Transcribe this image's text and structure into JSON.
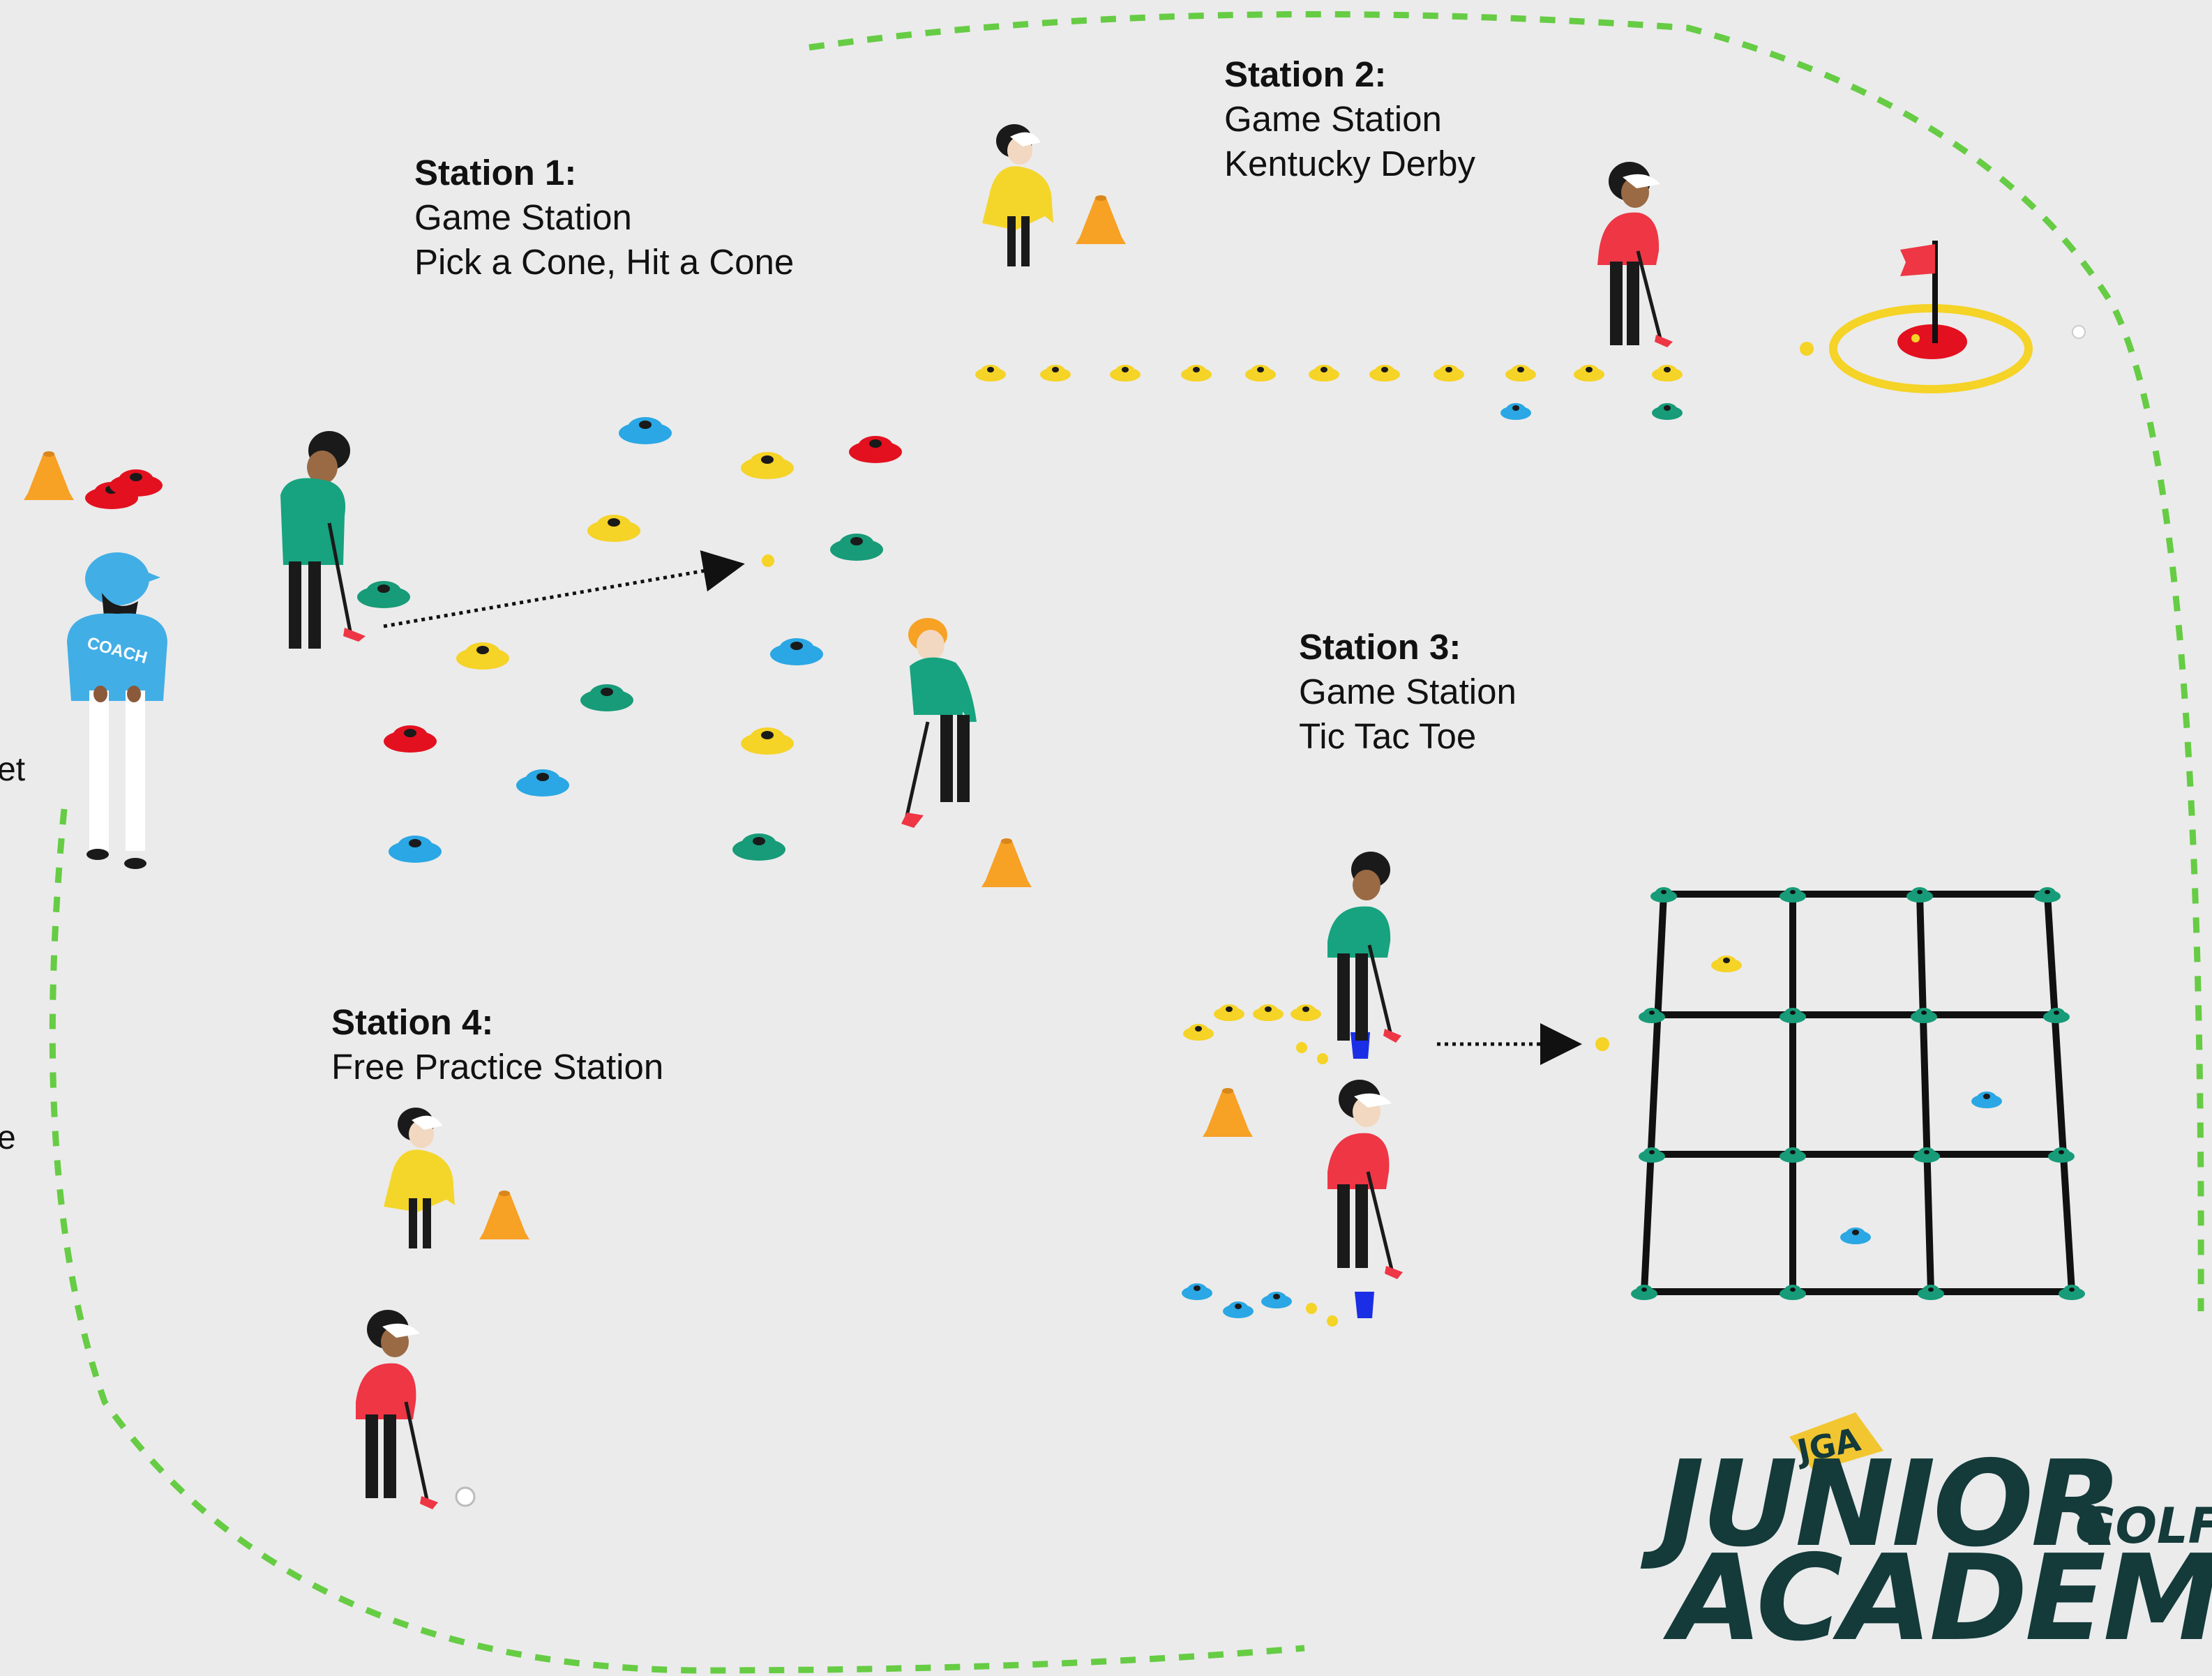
{
  "stations": [
    {
      "heading": "Station 1:",
      "lines": [
        "Game Station",
        "Pick a Cone, Hit a Cone"
      ]
    },
    {
      "heading": "Station 2:",
      "lines": [
        "Game Station",
        "Kentucky Derby"
      ]
    },
    {
      "heading": "Station 3:",
      "lines": [
        "Game Station",
        "Tic Tac Toe"
      ]
    },
    {
      "heading": "Station 4:",
      "lines": [
        "Free Practice Station"
      ]
    }
  ],
  "coach": {
    "shirt_text": "COACH"
  },
  "edge_fragments": [
    "et",
    "e"
  ],
  "logo": {
    "badge": "JGA",
    "word1": "JUNIOR",
    "word2": "GOLF",
    "word3": "ACADEMY"
  },
  "colors": {
    "background": "#ebebeb",
    "boundary": "#66cc44",
    "cone_yellow": "#f5d327",
    "cone_blue": "#2aa7e4",
    "cone_red": "#e3101f",
    "cone_green": "#179b78",
    "cone_orange": "#f7a125",
    "kid_green": "#17a37f",
    "kid_red": "#ee3645",
    "kid_yellow": "#f4d62b",
    "coach_blue": "#42aee6",
    "logo_dark": "#143a3a",
    "logo_gold": "#f2c631"
  }
}
